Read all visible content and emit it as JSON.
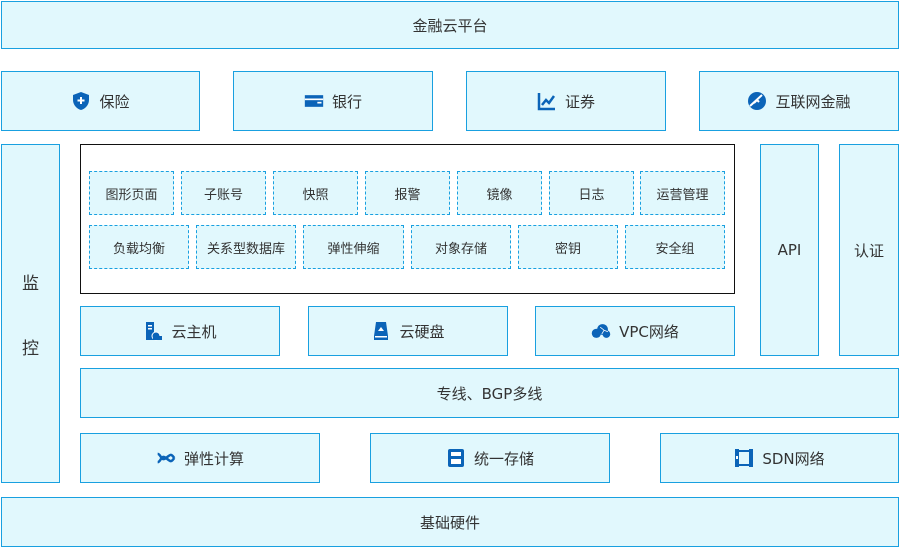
{
  "title": "金融云平台",
  "apps": [
    {
      "label": "保险",
      "icon": "shield-plus-icon"
    },
    {
      "label": "银行",
      "icon": "credit-card-icon"
    },
    {
      "label": "证券",
      "icon": "line-chart-icon"
    },
    {
      "label": "互联网金融",
      "icon": "finance-globe-icon"
    }
  ],
  "monitor": {
    "chars": [
      "监",
      "控"
    ]
  },
  "services_row1": [
    "图形页面",
    "子账号",
    "快照",
    "报警",
    "镜像",
    "日志",
    "运营管理"
  ],
  "services_row2": [
    "负载均衡",
    "关系型数据库",
    "弹性伸缩",
    "对象存储",
    "密钥",
    "安全组"
  ],
  "api": "API",
  "auth": "认证",
  "infra": [
    {
      "label": "云主机",
      "icon": "cloud-server-icon"
    },
    {
      "label": "云硬盘",
      "icon": "cloud-disk-icon"
    },
    {
      "label": "VPC网络",
      "icon": "vpc-cloud-icon"
    }
  ],
  "network": "专线、BGP多线",
  "base": [
    {
      "label": "弹性计算",
      "icon": "elastic-compute-icon"
    },
    {
      "label": "统一存储",
      "icon": "storage-icon"
    },
    {
      "label": "SDN网络",
      "icon": "sdn-icon"
    }
  ],
  "hardware": "基础硬件",
  "colors": {
    "fill": "#e1f8fd",
    "border": "#19a0e0",
    "icon": "#0b64b8"
  }
}
